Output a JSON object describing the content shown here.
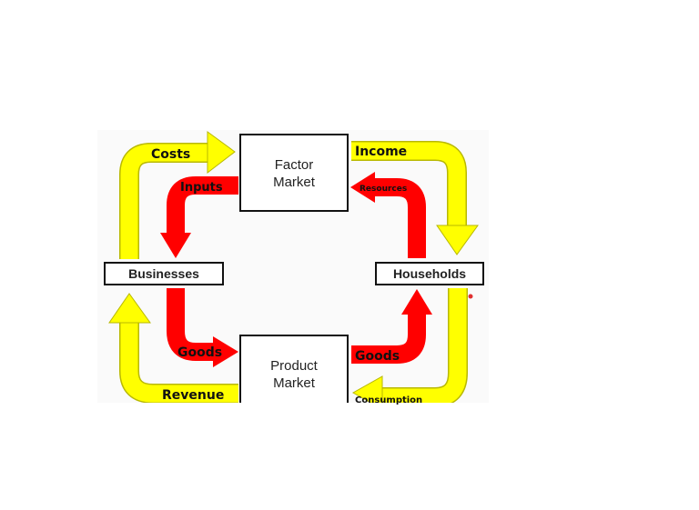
{
  "diagram": {
    "nodes": {
      "factor_market": [
        "Factor",
        "Market"
      ],
      "product_market": [
        "Product",
        "Market"
      ],
      "businesses": "Businesses",
      "households": "Households"
    },
    "flows": {
      "costs": "Costs",
      "income": "Income",
      "inputs": "Inputs",
      "resources": "Resources",
      "goods_left": "Goods",
      "goods_right": "Goods",
      "revenue": "Revenue",
      "consumption": "Consumption"
    },
    "colors": {
      "money": "#ffff00",
      "goods": "#ff0000",
      "money_edge": "#b8b800",
      "goods_edge": "#a00000"
    }
  }
}
